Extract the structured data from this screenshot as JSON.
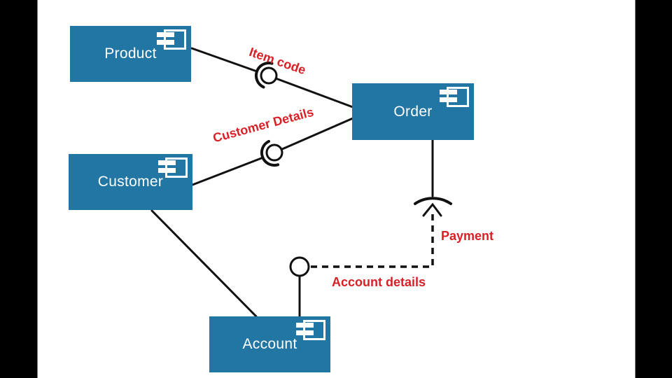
{
  "colors": {
    "canvas_bg": "#ffffff",
    "bar_color": "#000000",
    "component_fill": "#2176a3",
    "component_text": "#ffffff",
    "connector_color": "#111111",
    "label_color": "#d92027"
  },
  "diagram": {
    "type": "uml-component-diagram",
    "components": [
      {
        "id": "product",
        "label": "Product"
      },
      {
        "id": "order",
        "label": "Order"
      },
      {
        "id": "customer",
        "label": "Customer"
      },
      {
        "id": "account",
        "label": "Account"
      }
    ],
    "interfaces": [
      {
        "label": "Item code",
        "kind": "ball-and-socket",
        "provider": "Order",
        "consumer": "Product"
      },
      {
        "label": "Customer Details",
        "kind": "ball-and-socket",
        "provider": "Order",
        "consumer": "Customer"
      },
      {
        "label": "Payment",
        "kind": "socket-with-dashed-dependency",
        "provider": "Account",
        "consumer": "Order"
      },
      {
        "label": "Account details",
        "kind": "ball-with-dashed-dependency",
        "provider": "Account",
        "consumer": "Order"
      }
    ]
  },
  "labels": {
    "item_code": "Item code",
    "customer_details": "Customer Details",
    "payment": "Payment",
    "account_details": "Account details"
  }
}
